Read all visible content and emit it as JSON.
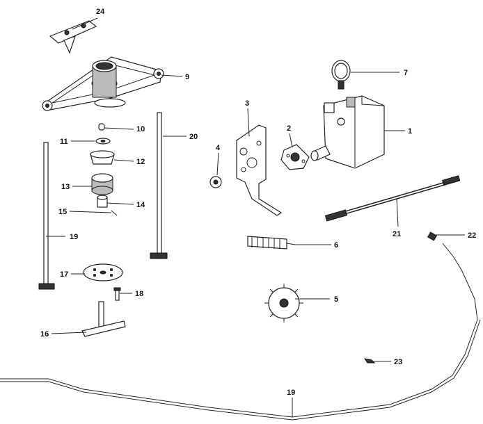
{
  "diagram": {
    "callouts": [
      {
        "id": "c1",
        "label": "1"
      },
      {
        "id": "c2",
        "label": "2"
      },
      {
        "id": "c3",
        "label": "3"
      },
      {
        "id": "c4",
        "label": "4"
      },
      {
        "id": "c5",
        "label": "5"
      },
      {
        "id": "c6",
        "label": "6"
      },
      {
        "id": "c7",
        "label": "7"
      },
      {
        "id": "c9",
        "label": "9"
      },
      {
        "id": "c10",
        "label": "10"
      },
      {
        "id": "c11",
        "label": "11"
      },
      {
        "id": "c12",
        "label": "12"
      },
      {
        "id": "c13",
        "label": "13"
      },
      {
        "id": "c14",
        "label": "14"
      },
      {
        "id": "c15",
        "label": "15"
      },
      {
        "id": "c16",
        "label": "16"
      },
      {
        "id": "c17",
        "label": "17"
      },
      {
        "id": "c18",
        "label": "18"
      },
      {
        "id": "c19a",
        "label": "19"
      },
      {
        "id": "c19b",
        "label": "19"
      },
      {
        "id": "c20",
        "label": "20"
      },
      {
        "id": "c21",
        "label": "21"
      },
      {
        "id": "c22",
        "label": "22"
      },
      {
        "id": "c23",
        "label": "23"
      },
      {
        "id": "c24",
        "label": "24"
      }
    ]
  }
}
